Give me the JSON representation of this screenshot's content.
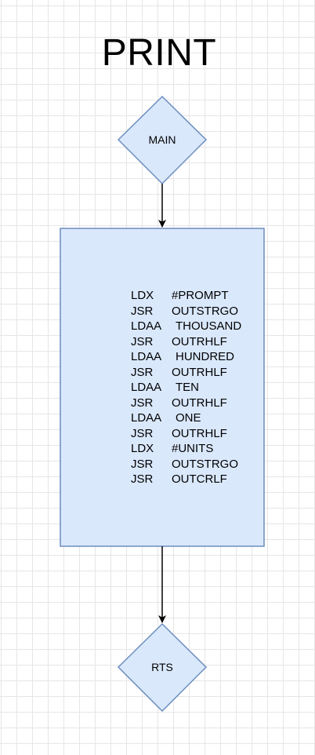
{
  "title": "PRINT",
  "nodes": {
    "start": {
      "label": "MAIN",
      "shape": "diamond"
    },
    "process": {
      "shape": "rectangle",
      "lines": [
        {
          "op": "LDX",
          "arg": "#PROMPT"
        },
        {
          "op": "JSR",
          "arg": "OUTSTRGO"
        },
        {
          "op": "LDAA",
          "arg": "THOUSAND"
        },
        {
          "op": "JSR",
          "arg": "OUTRHLF"
        },
        {
          "op": "LDAA",
          "arg": "HUNDRED"
        },
        {
          "op": "JSR",
          "arg": "OUTRHLF"
        },
        {
          "op": "LDAA",
          "arg": "TEN"
        },
        {
          "op": "JSR",
          "arg": "OUTRHLF"
        },
        {
          "op": "LDAA",
          "arg": "ONE"
        },
        {
          "op": "JSR",
          "arg": "OUTRHLF"
        },
        {
          "op": "LDX",
          "arg": "#UNITS"
        },
        {
          "op": "JSR",
          "arg": "OUTSTRGO"
        },
        {
          "op": "JSR",
          "arg": "OUTCRLF"
        }
      ]
    },
    "end": {
      "label": "RTS",
      "shape": "diamond"
    }
  },
  "colors": {
    "shape_fill": "#dae8fc",
    "shape_stroke": "#6c8ebf",
    "arrow": "#000000",
    "grid": "#e6e6e6"
  }
}
